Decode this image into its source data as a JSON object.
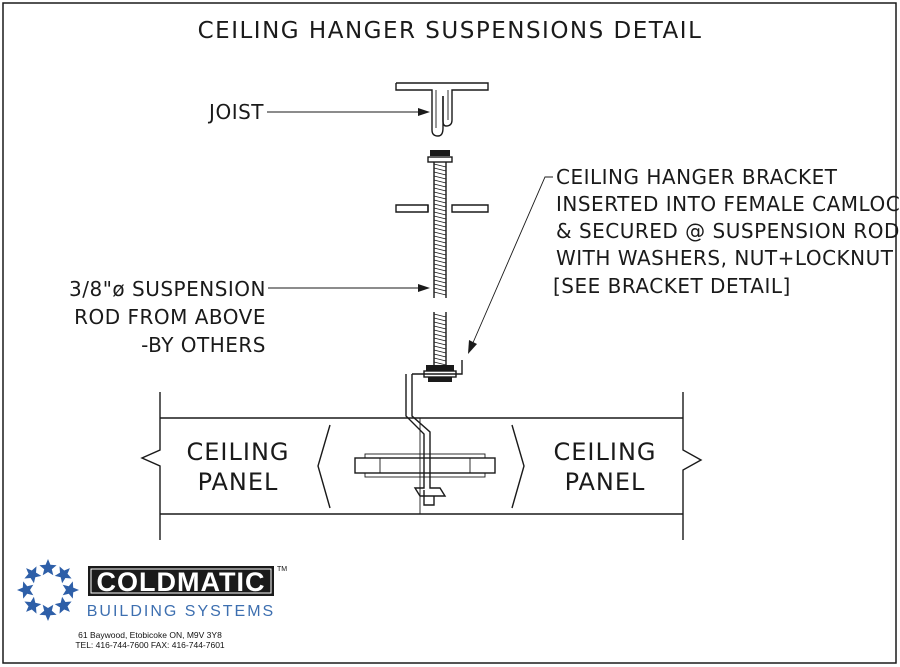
{
  "title": "CEILING HANGER SUSPENSIONS DETAIL",
  "labels": {
    "joist": "JOIST",
    "rod": [
      "3/8\"ø SUSPENSION",
      "ROD FROM ABOVE",
      "-BY OTHERS"
    ],
    "bracket": [
      "CEILING HANGER BRACKET",
      "INSERTED INTO FEMALE CAMLOCK",
      "& SECURED @ SUSPENSION ROD",
      "WITH WASHERS, NUT+LOCKNUT",
      "[SEE BRACKET DETAIL]"
    ],
    "left_panel": [
      "CEILING",
      "PANEL"
    ],
    "right_panel": [
      "CEILING",
      "PANEL"
    ]
  },
  "company": {
    "brand": "COLDMATIC",
    "trademark": "TM",
    "subtitle": "BUILDING SYSTEMS",
    "address": "61 Baywood, Etobicoke  ON, M9V 3Y8",
    "phones": "TEL: 416-744-7600    FAX: 416-744-7601",
    "logo_color": "#2e5fa8"
  }
}
